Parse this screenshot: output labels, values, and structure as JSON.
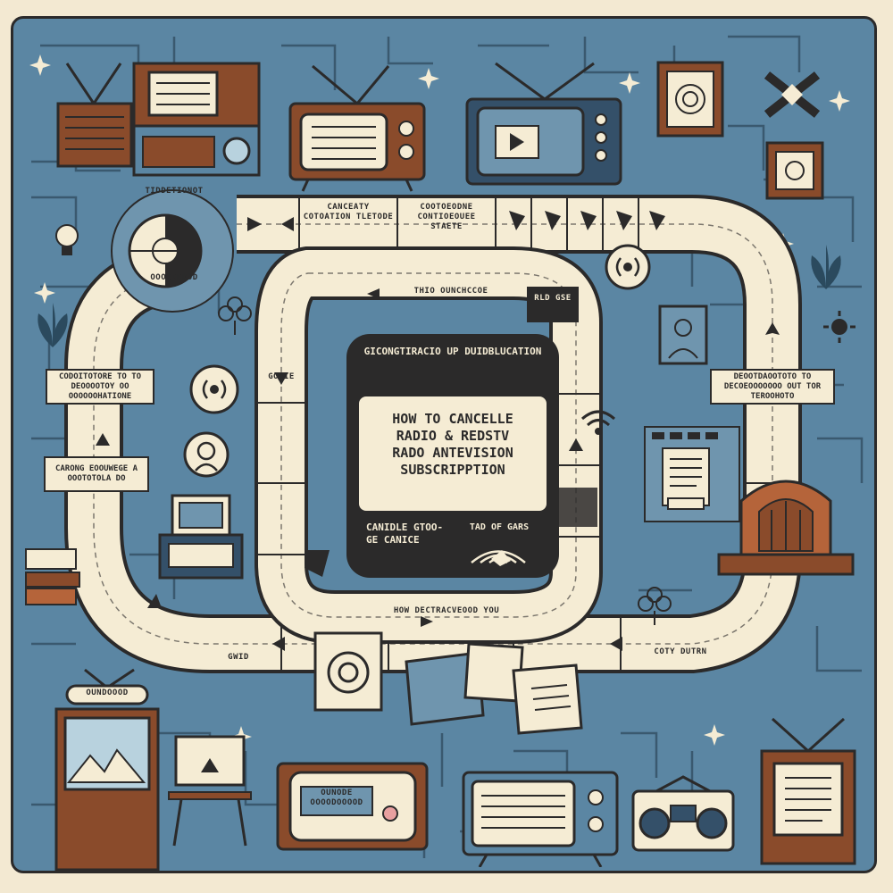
{
  "hero": {
    "top_label": "GICONGTIRACIO UP DUIDBLUCATION",
    "title_line1": "HOW TO CANCELLE",
    "title_line2": "RADIO & REDSTV",
    "title_line3": "RADO ANTEVISION",
    "title_line4": "SUBSCRIPPTION",
    "bottom_left": "CANIDLE GTOO-GE CANICE",
    "bottom_right": "TAD OF GARS"
  },
  "track": {
    "top_tile_1": "CANCEATY COTOATION TLETODE",
    "top_tile_2": "COOTOEODNE CONTIOEOUEE STAETE",
    "inner_top": "THIO OUNCHCCOE",
    "inner_top_right": "RLD GSE",
    "inner_left": "GOGIE",
    "inner_bottom": "HOW DECTRACVEOOD YOU",
    "bottom_left": "GWID",
    "bottom_right": "COTY DUTRN",
    "dial_label_top": "TIDDETIONOT",
    "dial_label_bottom": "OOOOIDDOD"
  },
  "banners": {
    "left_top": "CODOITOTORE TO TO DEOOOOTOY OO OOOOOOHATIONE",
    "left_bottom": "CARONG EOOUWEGE A OOOTOTOLA DO",
    "right": "DEOOTDAOOTOTO TO DECOEOOOOOOO OUT TOR TEROOHOTO",
    "tv_left_label": "OUNDOOOD",
    "tv_bottom_label": "OUNODE OOOODOOOOD"
  },
  "colors": {
    "board_blue": "#5b86a3",
    "cream": "#f5ecd4",
    "ink": "#2b2a2a",
    "wood": "#8a4b2b",
    "rust": "#b5643a"
  }
}
